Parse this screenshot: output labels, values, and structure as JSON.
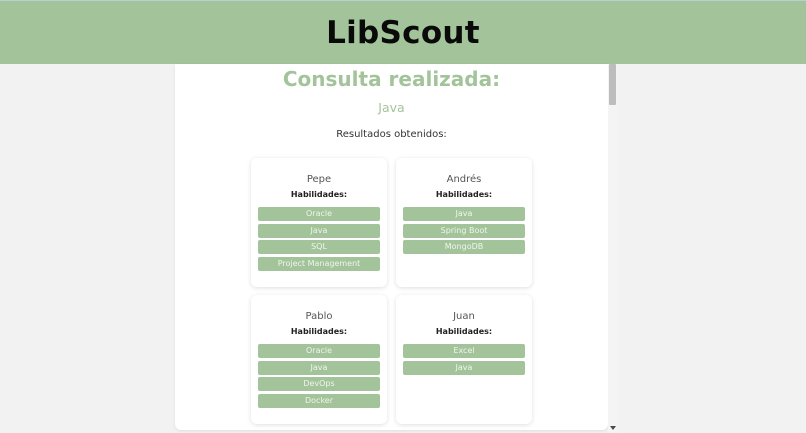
{
  "header": {
    "title": "LibScout"
  },
  "main": {
    "heading": "Consulta realizada:",
    "query": "Java",
    "results_label": "Resultados obtenidos:",
    "skills_label": "Habilidades:",
    "results": [
      {
        "name": "Pepe",
        "skills": [
          "Oracle",
          "Java",
          "SQL",
          "Project Management"
        ]
      },
      {
        "name": "Andrés",
        "skills": [
          "Java",
          "Spring Boot",
          "MongoDB"
        ]
      },
      {
        "name": "Pablo",
        "skills": [
          "Oracle",
          "Java",
          "DevOps",
          "Docker"
        ]
      },
      {
        "name": "Juan",
        "skills": [
          "Excel",
          "Java"
        ]
      }
    ]
  },
  "colors": {
    "accent": "#a3c49a",
    "background": "#f2f2f2",
    "panel": "#ffffff"
  }
}
